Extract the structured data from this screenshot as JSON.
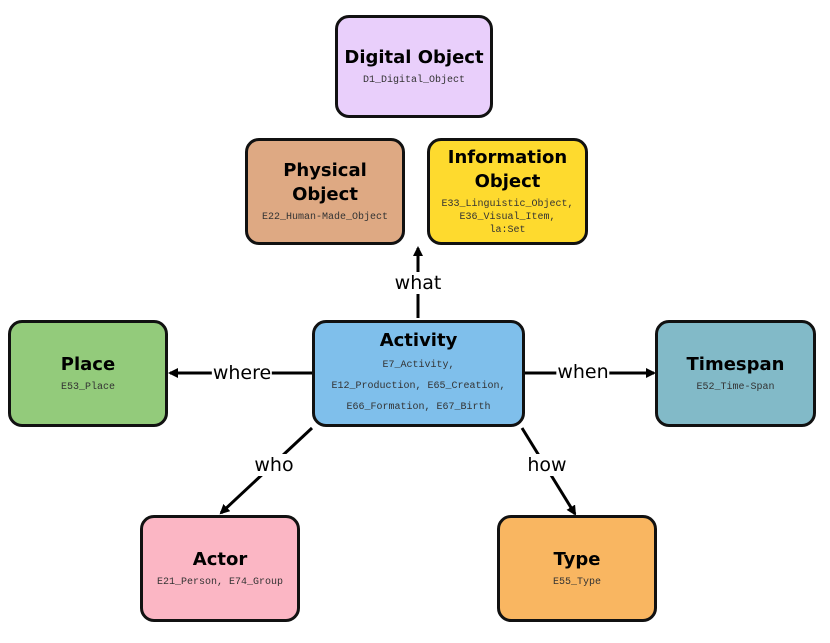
{
  "nodes": {
    "digital": {
      "title": "Digital Object",
      "sub": "D1_Digital_Object",
      "color": "#E9CFFB"
    },
    "physical": {
      "title": "Physical Object",
      "sub": "E22_Human-Made_Object",
      "color": "#DEA983"
    },
    "information": {
      "title": "Information\nObject",
      "sub": "E33_Linguistic_Object,\nE36_Visual_Item,\nla:Set",
      "color": "#FEDA2E"
    },
    "activity": {
      "title": "Activity",
      "sub": "E7_Activity,\nE12_Production, E65_Creation,\nE66_Formation, E67_Birth",
      "color": "#7FBFEB"
    },
    "place": {
      "title": "Place",
      "sub": "E53_Place",
      "color": "#93CB7B"
    },
    "timespan": {
      "title": "Timespan",
      "sub": "E52_Time-Span",
      "color": "#82BAC8"
    },
    "actor": {
      "title": "Actor",
      "sub": "E21_Person, E74_Group",
      "color": "#FBB6C4"
    },
    "type": {
      "title": "Type",
      "sub": "E55_Type",
      "color": "#F9B661"
    }
  },
  "edges": {
    "what": "what",
    "where": "where",
    "when": "when",
    "who": "who",
    "how": "how"
  }
}
